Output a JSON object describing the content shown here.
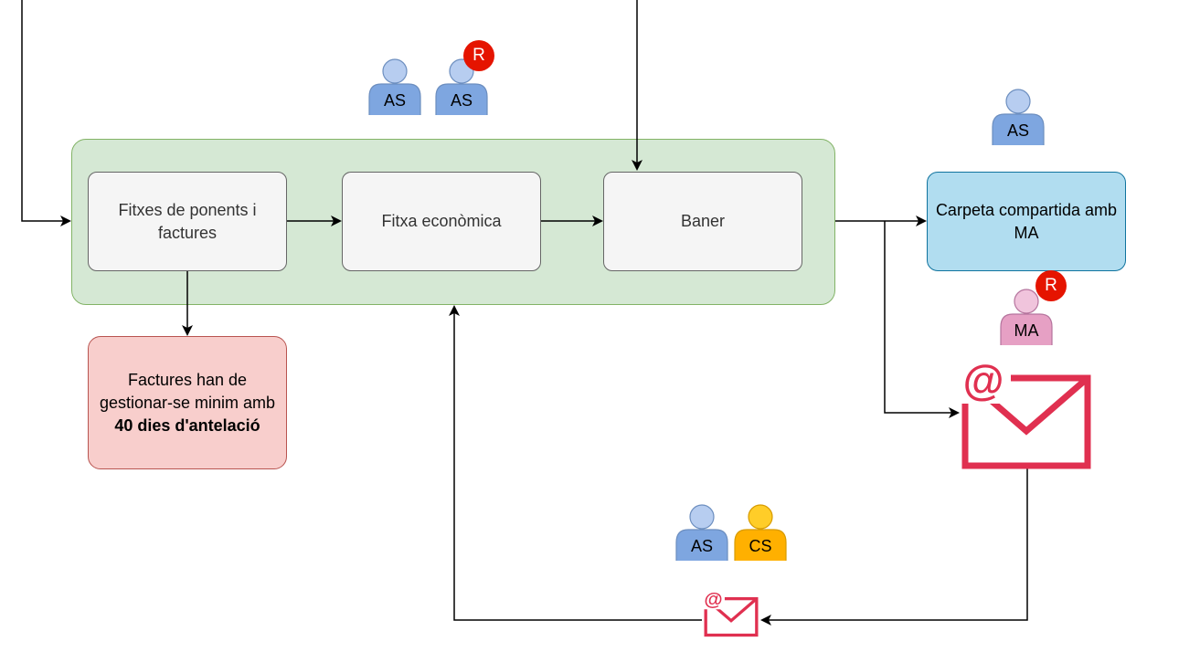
{
  "colors": {
    "group_fill": "#d5e8d4",
    "group_stroke": "#82b366",
    "step_fill": "#f5f5f5",
    "step_stroke": "#666666",
    "warn_fill": "#f8cecc",
    "warn_stroke": "#b85450",
    "folder_fill": "#b1ddf0",
    "folder_stroke": "#10739e",
    "actor_blue": "#7ea6e0",
    "actor_orange": "#ffcd28",
    "actor_pink": "#e6a0c4",
    "badge_red": "#e51400",
    "mail_red": "#e03050",
    "arrow": "#000000"
  },
  "nodes": {
    "step1": "Fitxes de ponents i factures",
    "step2": "Fitxa econòmica",
    "step3": "Baner",
    "warning": {
      "text_before": "Factures han de gestionar-se minim amb",
      "text_bold": "40 dies d'antelació"
    },
    "folder": "Carpeta compartida amb MA"
  },
  "actors": {
    "as_1": "AS",
    "as_2": "AS",
    "as_3": "AS",
    "ma": "MA",
    "as_4": "AS",
    "cs": "CS"
  },
  "badges": {
    "responsible_1": "R",
    "responsible_2": "R"
  },
  "icons": {
    "large_email": "email-icon",
    "small_email": "email-icon",
    "person": "user-icon"
  }
}
